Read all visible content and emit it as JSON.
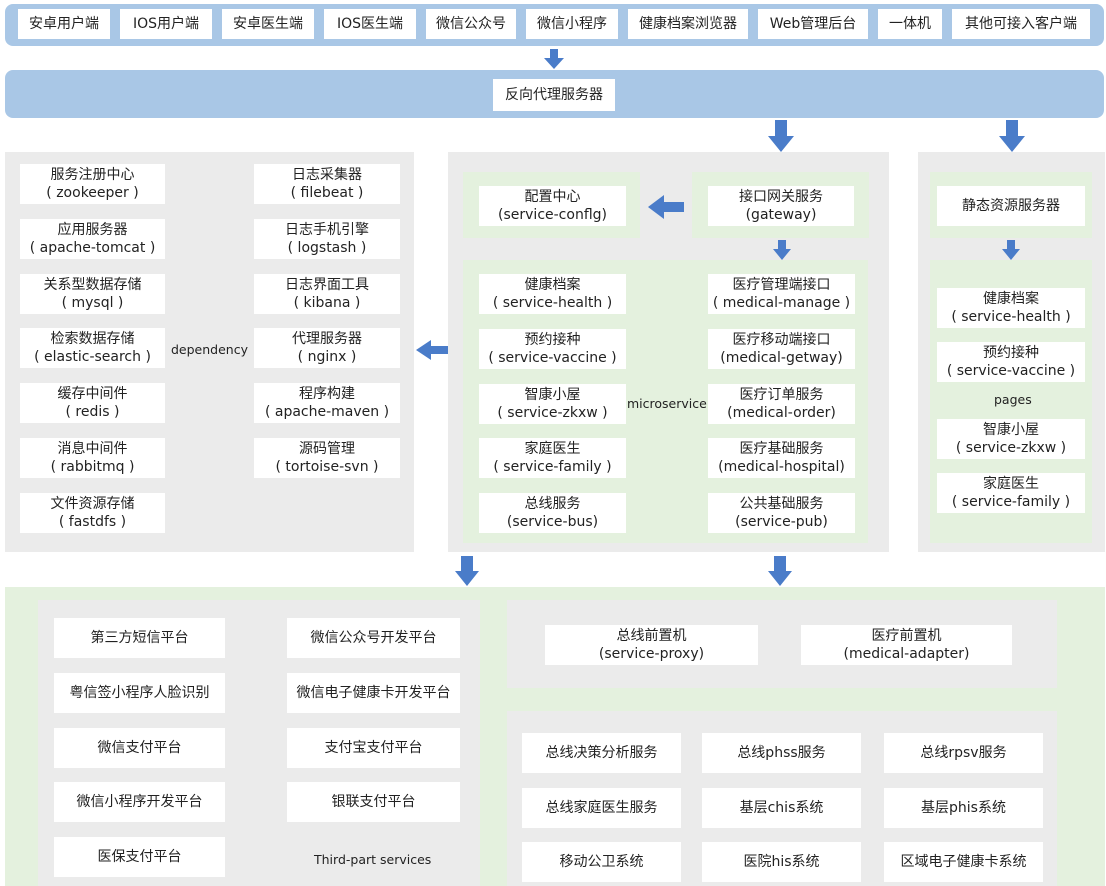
{
  "clients": [
    "安卓用户端",
    "IOS用户端",
    "安卓医生端",
    "IOS医生端",
    "微信公众号",
    "微信小程序",
    "健康档案浏览器",
    "Web管理后台",
    "一体机",
    "其他可接入客户端"
  ],
  "proxy_label": "反向代理服务器",
  "dependency": {
    "label": "dependency",
    "left": [
      [
        "服务注册中心",
        "( zookeeper )"
      ],
      [
        "应用服务器",
        "( apache-tomcat )"
      ],
      [
        "关系型数据存储",
        "( mysql )"
      ],
      [
        "检索数据存储",
        "( elastic-search )"
      ],
      [
        "缓存中间件",
        "( redis )"
      ],
      [
        "消息中间件",
        "( rabbitmq )"
      ],
      [
        "文件资源存储",
        "( fastdfs )"
      ]
    ],
    "right": [
      [
        "日志采集器",
        "( filebeat )"
      ],
      [
        "日志手机引擎",
        "( logstash )"
      ],
      [
        "日志界面工具",
        "( kibana )"
      ],
      [
        "代理服务器",
        "( nginx )"
      ],
      [
        "程序构建",
        "( apache-maven )"
      ],
      [
        "源码管理",
        "( tortoise-svn )"
      ]
    ]
  },
  "config": [
    "配置中心",
    "(service-conflg)"
  ],
  "gateway": [
    "接口网关服务",
    "(gateway)"
  ],
  "microservice": {
    "label": "microservice",
    "left": [
      [
        "健康档案",
        "( service-health )"
      ],
      [
        "预约接种",
        "( service-vaccine )"
      ],
      [
        "智康小屋",
        "( service-zkxw )"
      ],
      [
        "家庭医生",
        "( service-family )"
      ],
      [
        "总线服务",
        "(service-bus)"
      ]
    ],
    "right": [
      [
        "医疗管理端接口",
        "( medical-manage )"
      ],
      [
        "医疗移动端接口",
        "(medical-getway)"
      ],
      [
        "医疗订单服务",
        "(medical-order)"
      ],
      [
        "医疗基础服务",
        "(medical-hospital)"
      ],
      [
        "公共基础服务",
        "(service-pub)"
      ]
    ]
  },
  "static_server": "静态资源服务器",
  "pages": {
    "label": "pages",
    "items": [
      [
        "健康档案",
        "( service-health )"
      ],
      [
        "预约接种",
        "( service-vaccine )"
      ],
      [
        "智康小屋",
        "( service-zkxw )"
      ],
      [
        "家庭医生",
        "( service-family )"
      ]
    ]
  },
  "third_party": {
    "label": "Third-part services",
    "left": [
      "第三方短信平台",
      "粤信签小程序人脸识别",
      "微信支付平台",
      "微信小程序开发平台",
      "医保支付平台"
    ],
    "right": [
      "微信公众号开发平台",
      "微信电子健康卡开发平台",
      "支付宝支付平台",
      "银联支付平台"
    ]
  },
  "front": [
    [
      "总线前置机",
      "(service-proxy)"
    ],
    [
      "医疗前置机",
      "(medical-adapter)"
    ]
  ],
  "systems": [
    [
      "总线决策分析服务",
      "总线phss服务",
      "总线rpsv服务"
    ],
    [
      "总线家庭医生服务",
      "基层chis系统",
      "基层phis系统"
    ],
    [
      "移动公卫系统",
      "医院his系统",
      "区域电子健康卡系统"
    ]
  ],
  "colors": {
    "blue_band": "#a9c7e6",
    "arrow": "#4a7cc9",
    "gray_panel": "#ebebeb",
    "green_panel": "#e4f1de"
  }
}
